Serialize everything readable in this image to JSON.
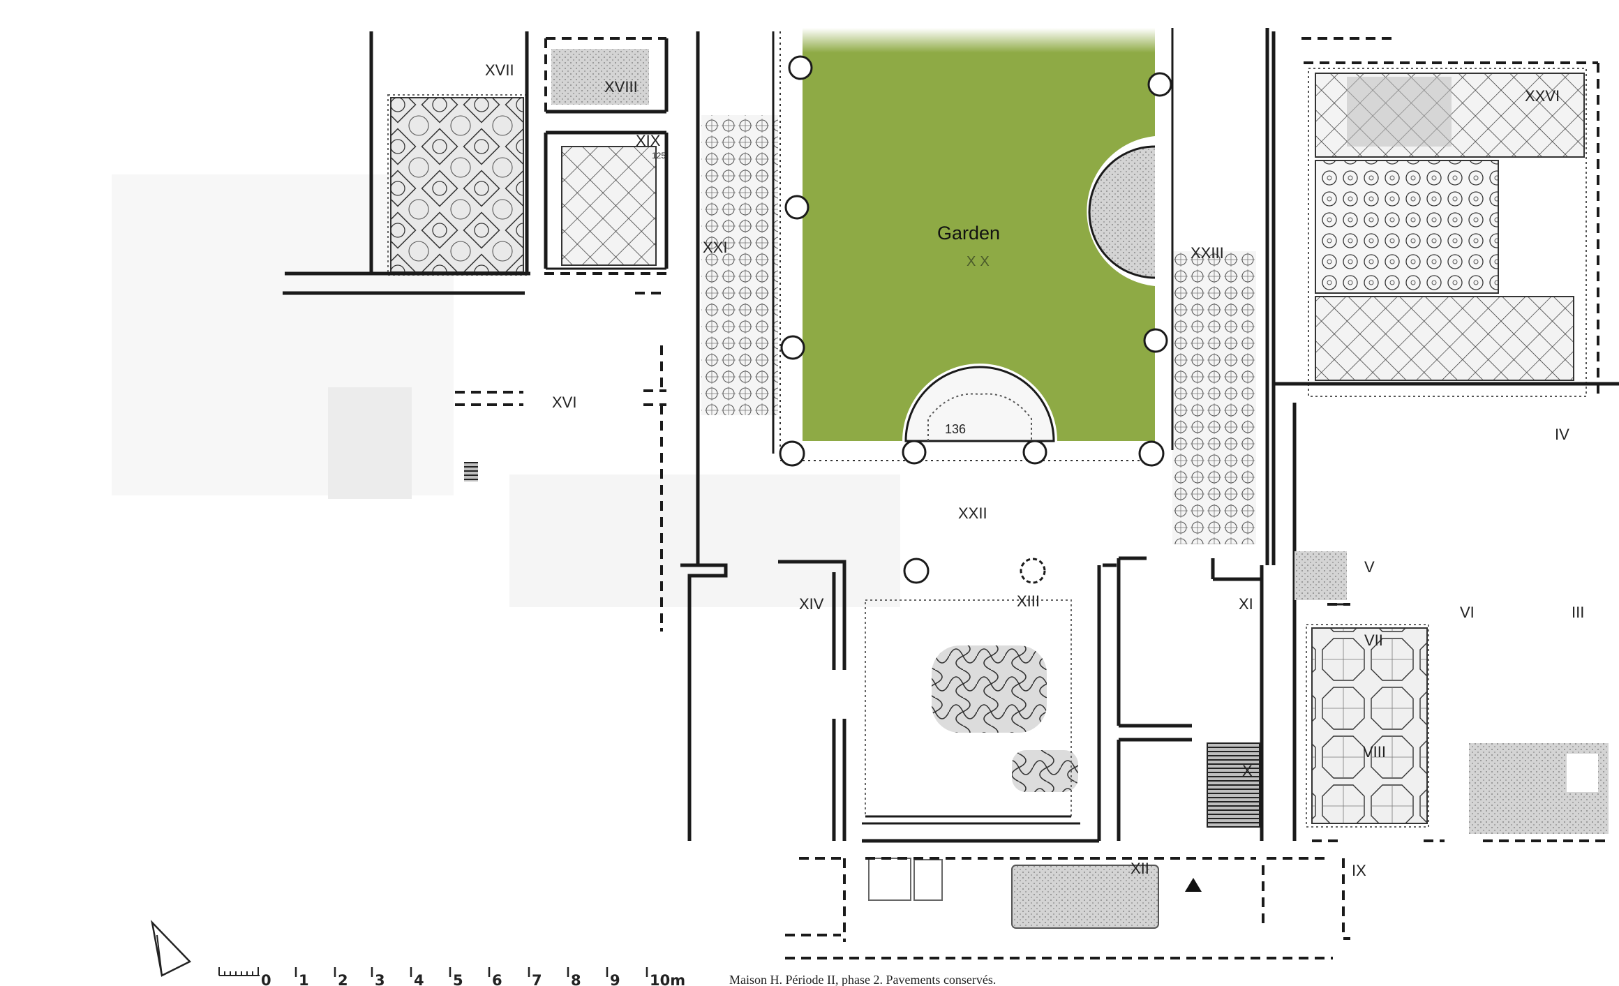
{
  "title": "Garden",
  "caption": "Maison H. Période II, phase 2.  Pavements conservés.",
  "garden": {
    "name": "Garden",
    "number": "XX",
    "inscription": "136",
    "color": "#8eaa45"
  },
  "rooms": [
    {
      "id": "III",
      "label": "III"
    },
    {
      "id": "IV",
      "label": "IV"
    },
    {
      "id": "V",
      "label": "V"
    },
    {
      "id": "VI",
      "label": "VI"
    },
    {
      "id": "VII",
      "label": "VII"
    },
    {
      "id": "VIII",
      "label": "VIII"
    },
    {
      "id": "IX",
      "label": "IX"
    },
    {
      "id": "X",
      "label": "X"
    },
    {
      "id": "XI",
      "label": "XI"
    },
    {
      "id": "XII",
      "label": "XII"
    },
    {
      "id": "XIII",
      "label": "XIII"
    },
    {
      "id": "XIV",
      "label": "XIV"
    },
    {
      "id": "XVI",
      "label": "XVI"
    },
    {
      "id": "XVII",
      "label": "XVII"
    },
    {
      "id": "XVIII",
      "label": "XVIII"
    },
    {
      "id": "XIX",
      "label": "XIX"
    },
    {
      "id": "XXI",
      "label": "XXI"
    },
    {
      "id": "XXII",
      "label": "XXII"
    },
    {
      "id": "XXIII",
      "label": "XXIII"
    },
    {
      "id": "XXVI",
      "label": "XXVI"
    }
  ],
  "small_marks": {
    "xix_number": "125"
  },
  "scale": {
    "ticks": [
      "0",
      "1",
      "2",
      "3",
      "4",
      "5",
      "6",
      "7",
      "8",
      "9",
      "10m"
    ]
  },
  "colors": {
    "ink": "#1a1a1a",
    "mosaic_shade": "#c8c8c8",
    "garden_green": "#8eaa45"
  },
  "icons": {
    "north": "north-arrow-icon",
    "marker": "triangle-marker-icon"
  }
}
